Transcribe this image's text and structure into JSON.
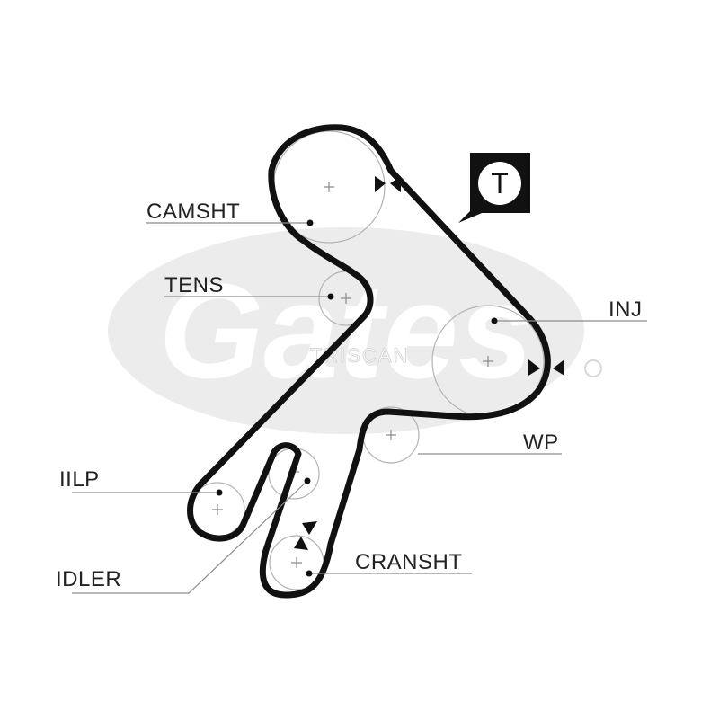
{
  "diagram": {
    "labels": {
      "camshaft": "CAMSHT",
      "tensioner": "TENS",
      "injection": "INJ",
      "water_pump": "WP",
      "idler_pulley": "IILP",
      "idler": "IDLER",
      "crankshaft": "CRANSHT",
      "tension_marker": "T"
    },
    "watermark": {
      "brand": "Gates",
      "sub": "TRISCAN"
    },
    "colors": {
      "belt": "#111111",
      "pulley": "#b3b3b3",
      "leader": "#8c8c8c",
      "watermark": "#ececec",
      "text": "#222222"
    }
  }
}
